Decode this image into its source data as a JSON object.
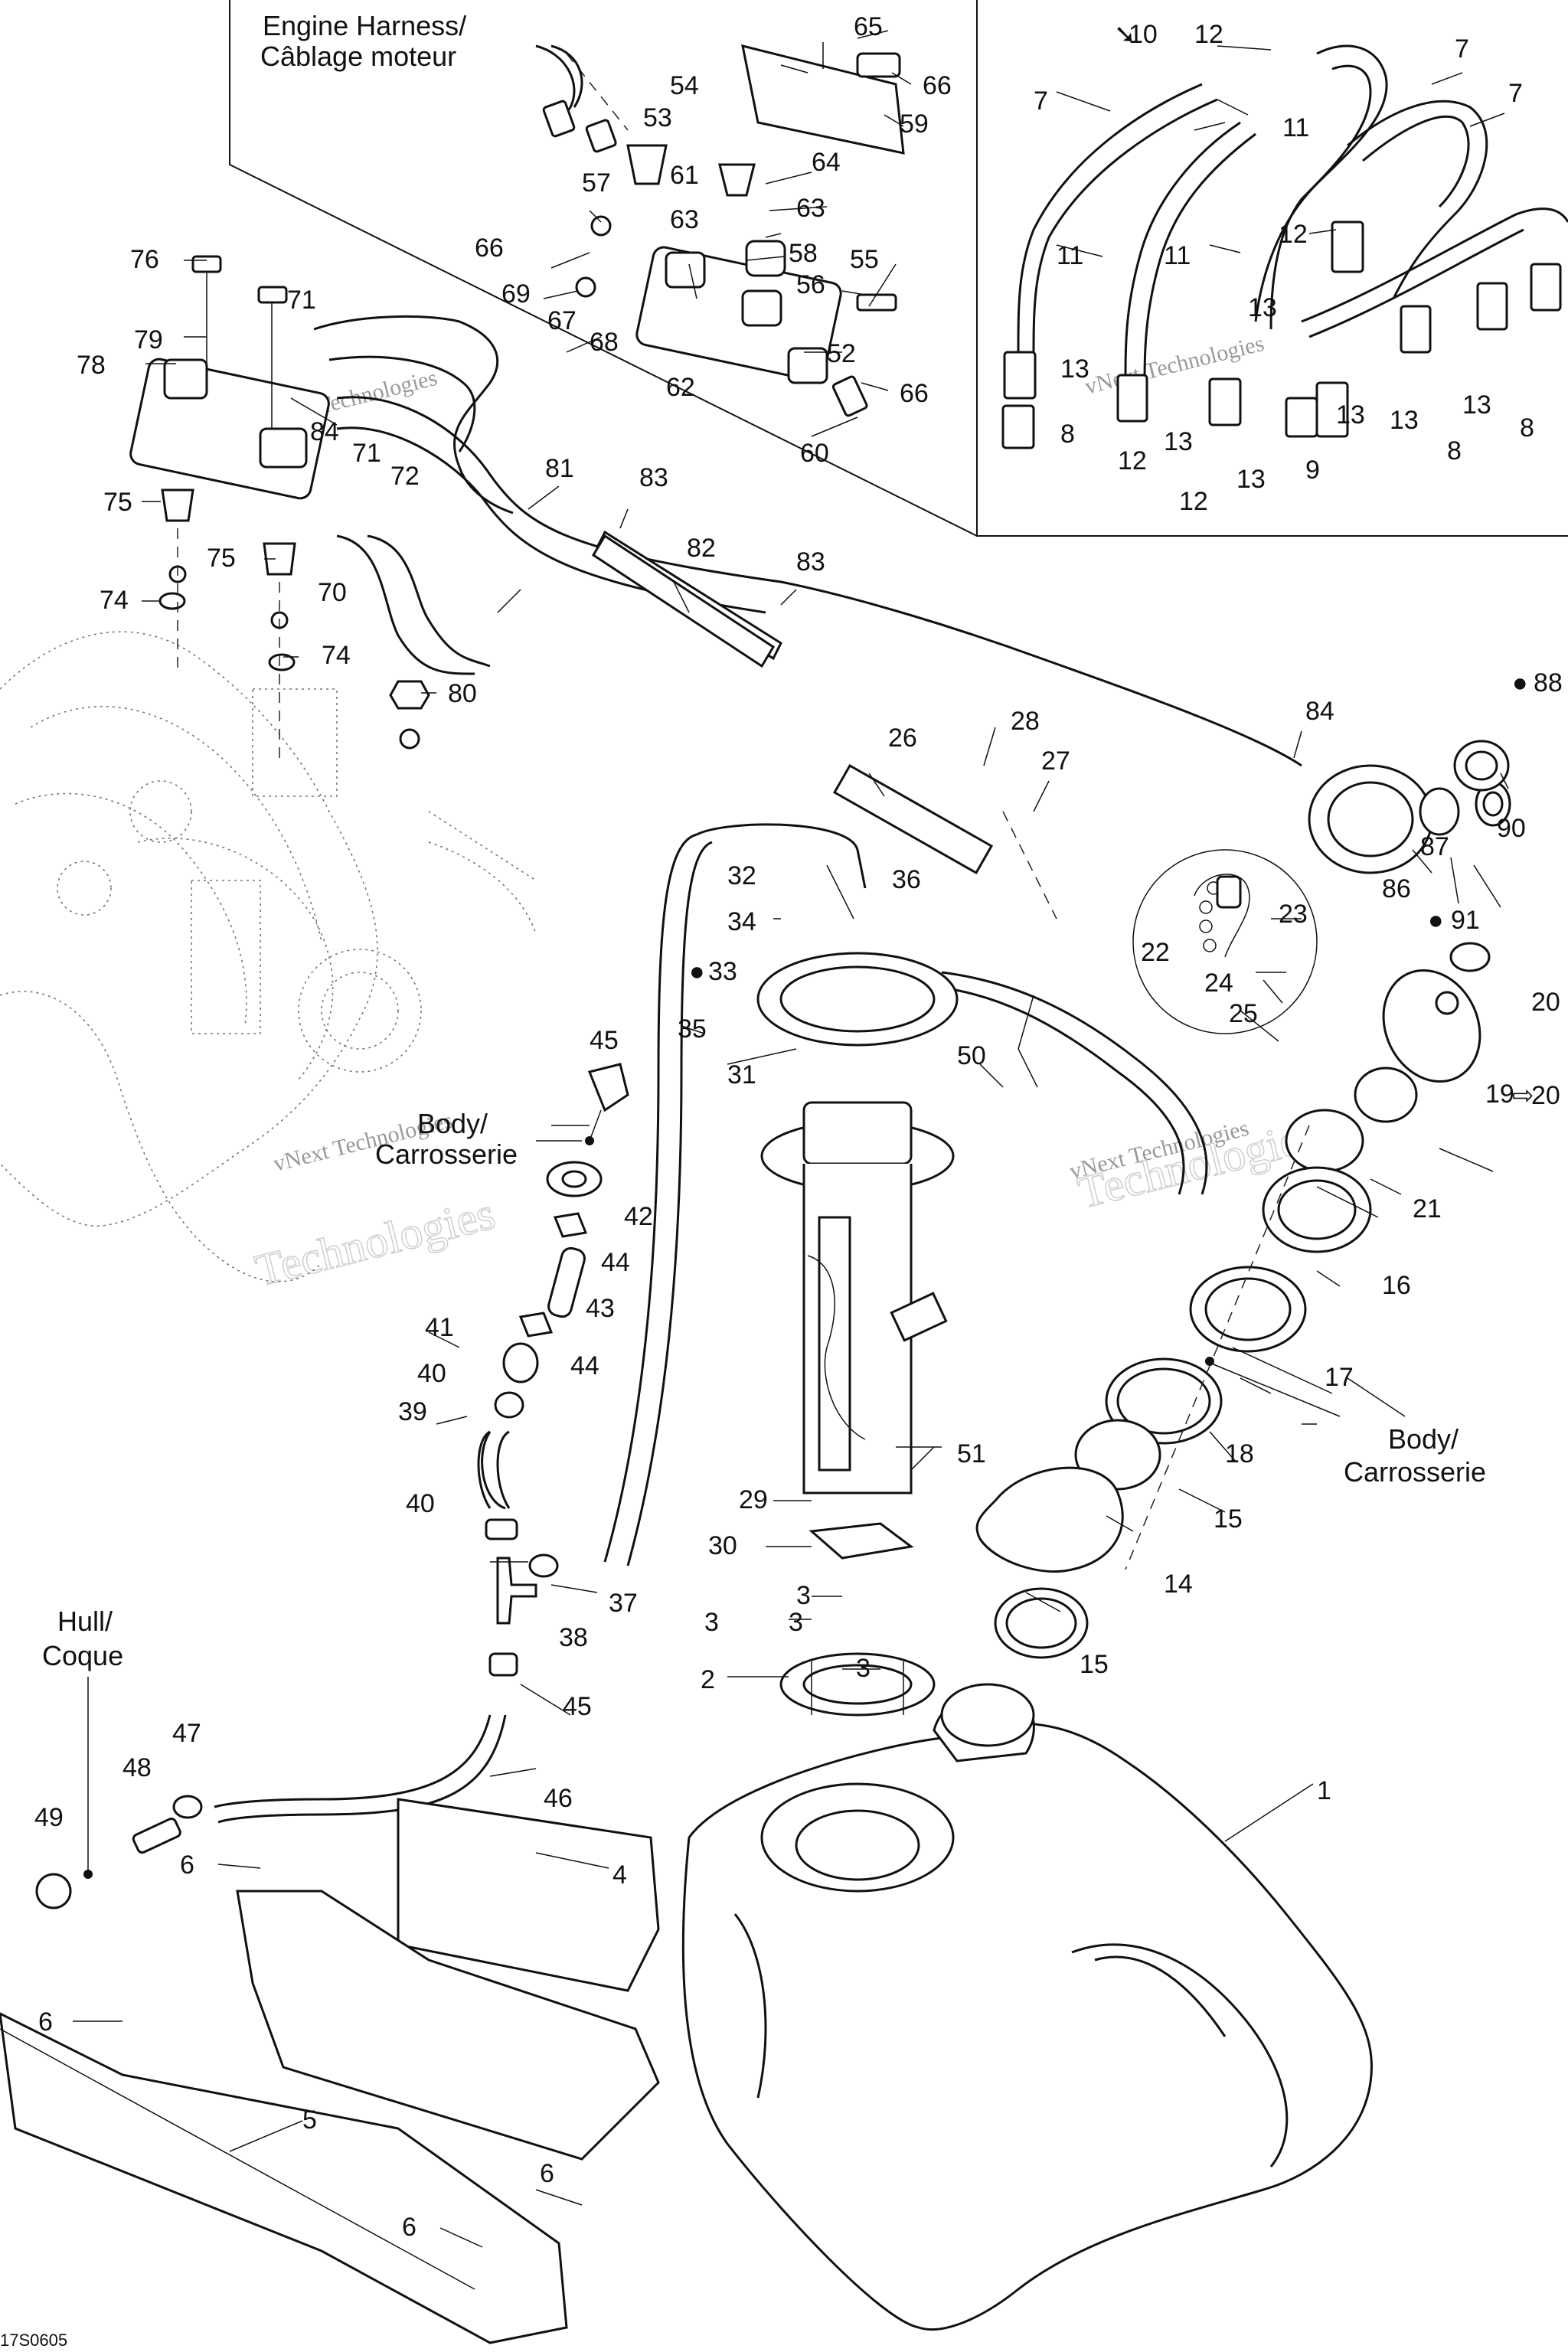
{
  "notes": {
    "engine_harness_line1": "Engine Harness/",
    "engine_harness_line2": "Câblage moteur",
    "body_left_line1": "Body/",
    "body_left_line2": "Carrosserie",
    "body_right_line1": "Body/",
    "body_right_line2": "Carrosserie",
    "hull_line1": "Hull/",
    "hull_line2": "Coque",
    "figure_code": "17S0605",
    "watermark_line1": "vNext",
    "watermark_line2": "Technologies",
    "watermark_small": "vNext Technologies"
  },
  "callouts": [
    "1",
    "2",
    "3",
    "3",
    "3",
    "3",
    "4",
    "5",
    "6",
    "6",
    "6",
    "6",
    "7",
    "7",
    "7",
    "8",
    "8",
    "8",
    "9",
    "10",
    "11",
    "11",
    "11",
    "12",
    "12",
    "12",
    "12",
    "13",
    "13",
    "13",
    "13",
    "13",
    "13",
    "13",
    "14",
    "15",
    "15",
    "16",
    "17",
    "18",
    "19",
    "20",
    "20",
    "21",
    "22",
    "23",
    "24",
    "25",
    "26",
    "27",
    "28",
    "29",
    "30",
    "31",
    "32",
    "33",
    "34",
    "35",
    "36",
    "37",
    "38",
    "39",
    "40",
    "40",
    "41",
    "42",
    "43",
    "44",
    "44",
    "45",
    "45",
    "46",
    "47",
    "48",
    "49",
    "50",
    "51",
    "52",
    "53",
    "54",
    "55",
    "56",
    "57",
    "58",
    "59",
    "60",
    "61",
    "62",
    "63",
    "63",
    "64",
    "65",
    "66",
    "66",
    "66",
    "67",
    "68",
    "69",
    "70",
    "71",
    "71",
    "72",
    "74",
    "74",
    "75",
    "75",
    "76",
    "78",
    "79",
    "80",
    "81",
    "82",
    "83",
    "83",
    "84",
    "84",
    "86",
    "87",
    "88",
    "90",
    "91"
  ],
  "colors": {
    "ink": "#111111",
    "paper": "#ffffff",
    "ghost": "#777777",
    "watermark": "#cfcfcf"
  }
}
